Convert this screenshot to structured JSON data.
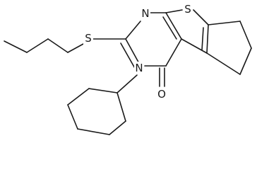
{
  "molecule": {
    "atoms": {
      "nitrogen_top": "N",
      "sulfur_thiophene": "S",
      "sulfur_thioether": "S",
      "nitrogen_bottom": "N",
      "oxygen_carbonyl": "O"
    }
  },
  "colors": {
    "bond": "#1a1a1a",
    "background": "#ffffff"
  }
}
